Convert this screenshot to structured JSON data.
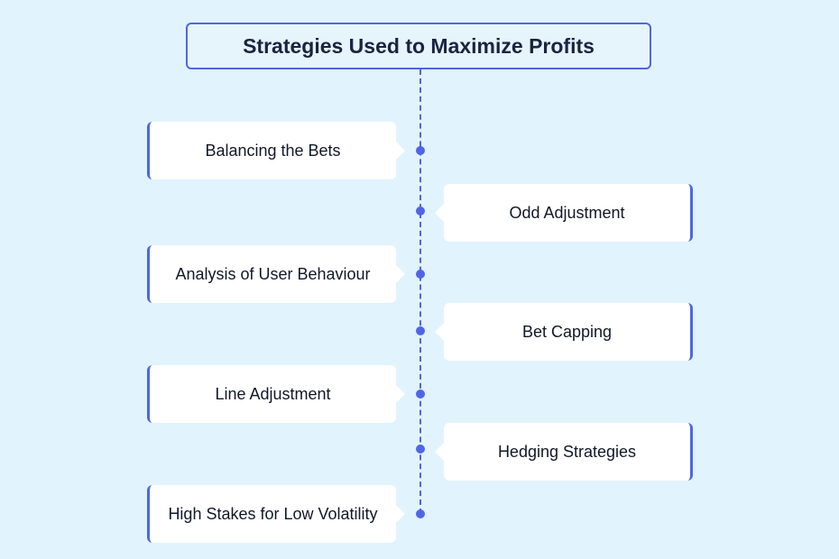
{
  "title": "Strategies Used to Maximize Profits",
  "accent_color": "#4f65e6",
  "background_color": "#e1f3fd",
  "items": [
    {
      "label": "Balancing the Bets",
      "side": "left"
    },
    {
      "label": "Odd Adjustment",
      "side": "right"
    },
    {
      "label": "Analysis of User Behaviour",
      "side": "left"
    },
    {
      "label": "Bet Capping",
      "side": "right"
    },
    {
      "label": "Line Adjustment",
      "side": "left"
    },
    {
      "label": "Hedging Strategies",
      "side": "right"
    },
    {
      "label": "High Stakes for Low Volatility",
      "side": "left"
    }
  ]
}
